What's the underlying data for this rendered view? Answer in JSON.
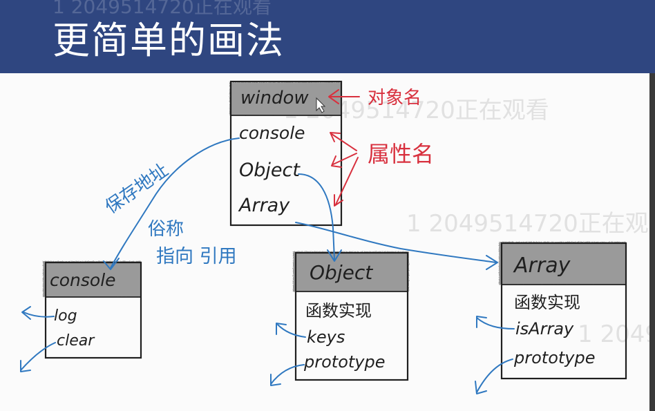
{
  "slide": {
    "title": "更简单的画法",
    "watermark": "1 2049514720正在观看"
  },
  "diagram": {
    "window_box": {
      "header": "window",
      "properties": [
        "console",
        "Object",
        "Array"
      ]
    },
    "console_box": {
      "header": "console",
      "properties": [
        "log",
        "clear"
      ]
    },
    "object_box": {
      "header": "Object",
      "properties": [
        "函数实现",
        "keys",
        "prototype"
      ]
    },
    "array_box": {
      "header": "Array",
      "properties": [
        "函数实现",
        "isArray",
        "prototype"
      ]
    },
    "annotations": {
      "object_name": "对象名",
      "property_name": "属性名",
      "save_address": "保存地址",
      "alias": "俗称",
      "point_reference": "指向 引用"
    },
    "colors": {
      "ink": "#1f1f1f",
      "blue": "#2f78c0",
      "red": "#d8303e",
      "header_fill": "#9a9a9a",
      "title_bar": "#2f4680"
    }
  }
}
